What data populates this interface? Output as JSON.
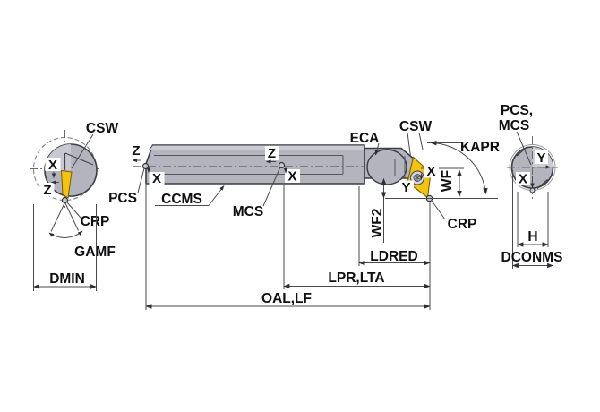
{
  "colors": {
    "body": "#b4b4be",
    "body_light": "#cbcbd5",
    "insert": "#f2c40e",
    "outline": "#3c3c44",
    "line": "#4a4a4a"
  },
  "left_view": {
    "csw": "CSW",
    "x": "X",
    "z": "Z",
    "pcs": "PCS",
    "crp": "CRP",
    "gamf": "GAMF",
    "dmin": "DMIN"
  },
  "side_view": {
    "z_left": "Z",
    "x_left": "X",
    "z_mid": "Z",
    "x_mid": "X",
    "ccms": "CCMS",
    "mcs": "MCS"
  },
  "head_view": {
    "eca": "ECA",
    "csw": "CSW",
    "kapr": "KAPR",
    "wf": "WF",
    "wf2": "WF2",
    "x": "X",
    "y": "Y",
    "crp": "CRP"
  },
  "bottom_dims": {
    "ldred": "LDRED",
    "lpr_lta": "LPR,LTA",
    "oal_lf": "OAL,LF"
  },
  "end_view": {
    "pcs": "PCS,",
    "mcs": "MCS",
    "y": "Y",
    "x": "X",
    "h": "H",
    "dconms": "DCONMS"
  }
}
